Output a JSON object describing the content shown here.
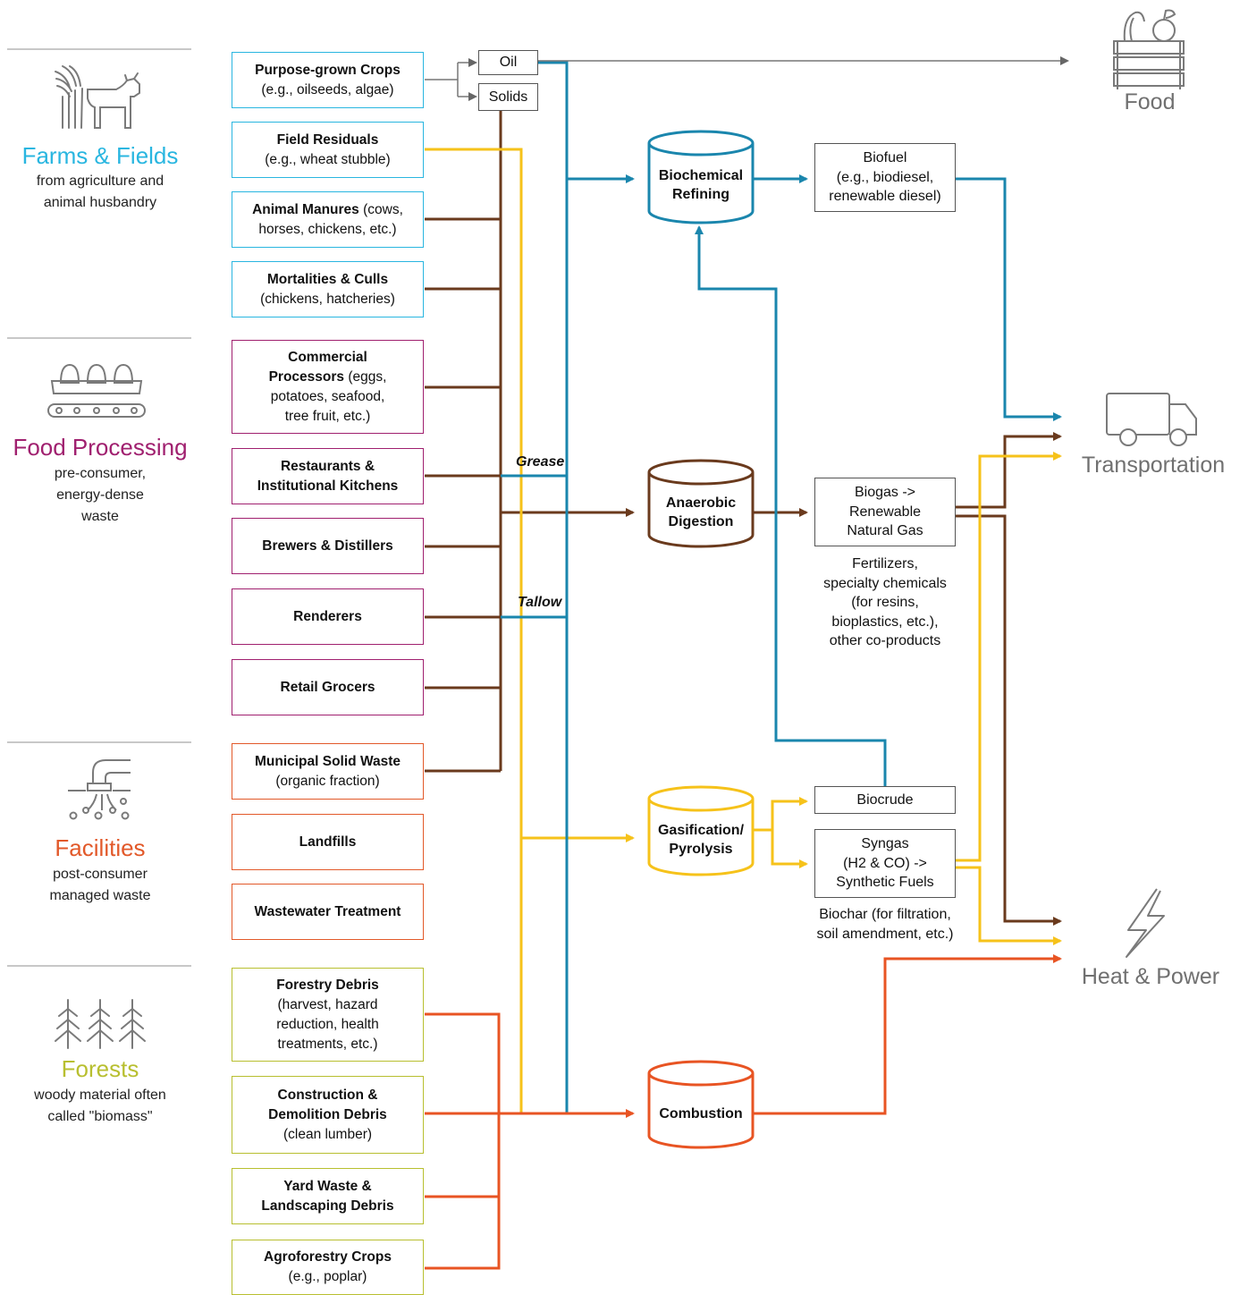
{
  "colors": {
    "farms": "#29b6e0",
    "food_processing": "#a0206f",
    "facilities": "#e2592a",
    "forests": "#b8bf30",
    "blue_flow": "#1a86ad",
    "brown_flow": "#6a3a1d",
    "yellow_flow": "#f6c21a",
    "orange_flow": "#e85423",
    "icon_gray": "#7a7a7a"
  },
  "categories": [
    {
      "title": "Farms & Fields",
      "subtitle": "from agriculture and animal husbandry",
      "icon": "wheat-and-cow-icon"
    },
    {
      "title": "Food Processing",
      "subtitle": "pre-consumer, energy-dense waste",
      "icon": "eggs-on-conveyor-icon"
    },
    {
      "title": "Facilities",
      "subtitle": "post-consumer managed waste",
      "icon": "pipe-outflow-icon"
    },
    {
      "title": "Forests",
      "subtitle": "woody material often called \"biomass\"",
      "icon": "trees-icon"
    }
  ],
  "sources": {
    "purpose_grown": {
      "bold": "Purpose-grown Crops",
      "rest": "(e.g., oilseeds, algae)"
    },
    "field_residuals": {
      "bold": "Field Residuals",
      "rest": "(e.g., wheat stubble)"
    },
    "animal_manures": {
      "bold": "Animal Manures",
      "rest": " (cows, horses, chickens, etc.)"
    },
    "mortalities": {
      "bold": "Mortalities & Culls",
      "rest": "(chickens, hatcheries)"
    },
    "commercial": {
      "bold": "Commercial Processors",
      "rest": " (eggs, potatoes, seafood, tree fruit, etc.)"
    },
    "restaurants": {
      "bold": "Restaurants & Institutional Kitchens",
      "rest": ""
    },
    "brewers": {
      "bold": "Brewers & Distillers",
      "rest": ""
    },
    "renderers": {
      "bold": "Renderers",
      "rest": ""
    },
    "grocers": {
      "bold": "Retail Grocers",
      "rest": ""
    },
    "msw": {
      "bold": "Municipal Solid Waste",
      "rest": "(organic fraction)"
    },
    "landfills": {
      "bold": "Landfills",
      "rest": ""
    },
    "wastewater": {
      "bold": "Wastewater Treatment",
      "rest": ""
    },
    "forestry": {
      "bold": "Forestry Debris",
      "rest": "(harvest, hazard reduction, health treatments, etc.)"
    },
    "construction": {
      "bold": "Construction & Demolition Debris",
      "rest": "(clean lumber)"
    },
    "yard": {
      "bold": "Yard Waste & Landscaping Debris",
      "rest": ""
    },
    "agroforestry": {
      "bold": "Agroforestry Crops",
      "rest": "(e.g., poplar)"
    }
  },
  "splits": {
    "oil": "Oil",
    "solids": "Solids"
  },
  "flow_labels": {
    "grease": "Grease",
    "tallow": "Tallow"
  },
  "processes": {
    "biochemical": "Biochemical Refining",
    "anaerobic": "Anaerobic Digestion",
    "gasification": "Gasification/ Pyrolysis",
    "combustion": "Combustion"
  },
  "outputs": {
    "biofuel": [
      "Biofuel",
      "(e.g., biodiesel,",
      "renewable diesel)"
    ],
    "biogas": [
      "Biogas ->",
      "Renewable",
      "Natural Gas"
    ],
    "biogas_note": [
      "Fertilizers,",
      "specialty chemicals",
      "(for resins,",
      "bioplastics, etc.),",
      "other co-products"
    ],
    "biocrude": "Biocrude",
    "syngas": [
      "Syngas",
      "(H2 & CO) ->",
      "Synthetic Fuels"
    ],
    "syngas_note": [
      "Biochar (for filtration,",
      "soil amendment, etc.)"
    ]
  },
  "destinations": {
    "food": {
      "label": "Food",
      "icon": "produce-crate-icon"
    },
    "transportation": {
      "label": "Transportation",
      "icon": "delivery-truck-icon"
    },
    "heat_power": {
      "label": "Heat & Power",
      "icon": "lightning-bolt-icon"
    }
  }
}
